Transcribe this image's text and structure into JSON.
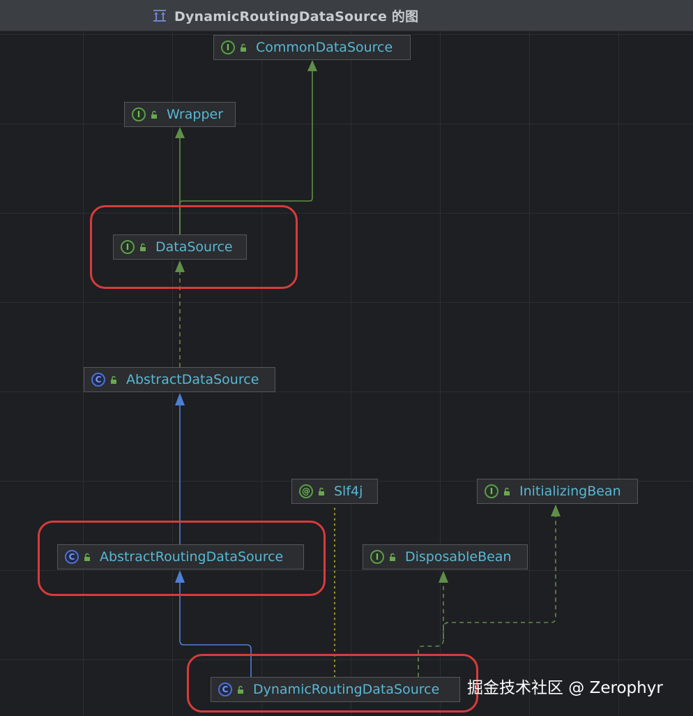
{
  "window": {
    "title": "DynamicRoutingDataSource 的图"
  },
  "nodes": {
    "common_data_source": {
      "label": "CommonDataSource",
      "kind": "interface",
      "kind_glyph": "I"
    },
    "wrapper": {
      "label": "Wrapper",
      "kind": "interface",
      "kind_glyph": "I"
    },
    "data_source": {
      "label": "DataSource",
      "kind": "interface",
      "kind_glyph": "I"
    },
    "abstract_data_source": {
      "label": "AbstractDataSource",
      "kind": "class",
      "kind_glyph": "C"
    },
    "slf4j": {
      "label": "Slf4j",
      "kind": "annotation",
      "kind_glyph": "@"
    },
    "initializing_bean": {
      "label": "InitializingBean",
      "kind": "interface",
      "kind_glyph": "I"
    },
    "abstract_routing_data_source": {
      "label": "AbstractRoutingDataSource",
      "kind": "class",
      "kind_glyph": "C"
    },
    "disposable_bean": {
      "label": "DisposableBean",
      "kind": "interface",
      "kind_glyph": "I"
    },
    "dynamic_routing_data_source": {
      "label": "DynamicRoutingDataSource",
      "kind": "class",
      "kind_glyph": "C"
    }
  },
  "edges": [
    {
      "from": "data_source",
      "to": "common_data_source",
      "style": "extends-interface"
    },
    {
      "from": "data_source",
      "to": "wrapper",
      "style": "extends-interface"
    },
    {
      "from": "abstract_data_source",
      "to": "data_source",
      "style": "implements"
    },
    {
      "from": "abstract_routing_data_source",
      "to": "abstract_data_source",
      "style": "extends-class"
    },
    {
      "from": "dynamic_routing_data_source",
      "to": "abstract_routing_data_source",
      "style": "extends-class"
    },
    {
      "from": "dynamic_routing_data_source",
      "to": "slf4j",
      "style": "annotated"
    },
    {
      "from": "dynamic_routing_data_source",
      "to": "disposable_bean",
      "style": "implements"
    },
    {
      "from": "dynamic_routing_data_source",
      "to": "initializing_bean",
      "style": "implements"
    }
  ],
  "highlighted": [
    "data_source",
    "abstract_routing_data_source",
    "dynamic_routing_data_source"
  ],
  "colors": {
    "interface_edge": "#5f8f4a",
    "class_edge": "#4d7fd6",
    "annotation_edge": "#9a9a2a",
    "highlight": "#d93b3b",
    "label": "#58b8d6"
  },
  "watermark": "掘金技术社区 @ Zerophyr"
}
